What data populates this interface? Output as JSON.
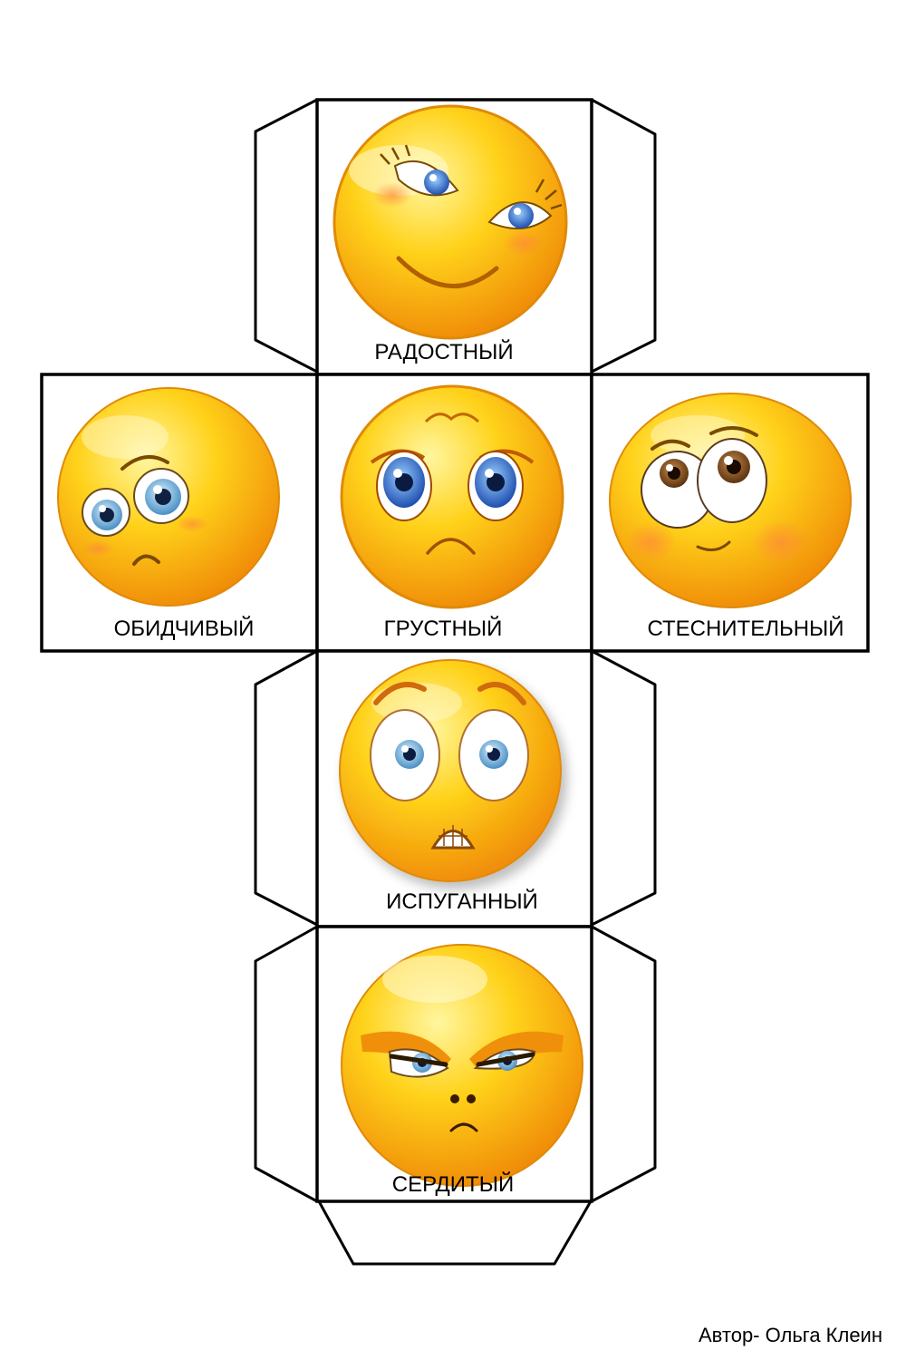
{
  "faces": {
    "top": {
      "label": "РАДОСТНЫЙ",
      "emotion": "happy"
    },
    "left": {
      "label": "ОБИДЧИВЫЙ",
      "emotion": "touchy"
    },
    "center": {
      "label": "ГРУСТНЫЙ",
      "emotion": "sad"
    },
    "right": {
      "label": "СТЕСНИТЕЛЬНЫЙ",
      "emotion": "shy"
    },
    "lower": {
      "label": "ИСПУГАННЫЙ",
      "emotion": "scared"
    },
    "bottom": {
      "label": "СЕРДИТЫЙ",
      "emotion": "angry"
    }
  },
  "author": "Автор- Ольга Клеин",
  "colors": {
    "outline": "#000000",
    "face_yellow": "#ffd21a",
    "face_orange": "#f29b0c",
    "iris_blue": "#2f5fc4",
    "iris_brown": "#7a4a1c"
  }
}
